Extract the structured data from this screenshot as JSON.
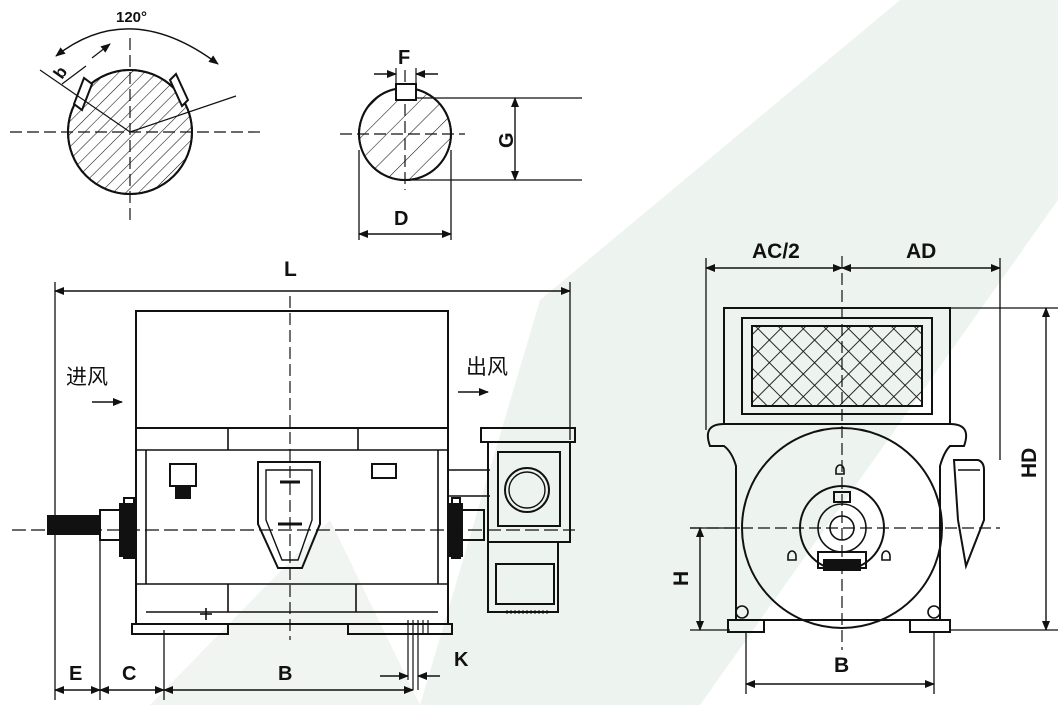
{
  "labels": {
    "angle": "120°",
    "b": "b",
    "F": "F",
    "G": "G",
    "D": "D",
    "L": "L",
    "inlet": "进风",
    "outlet": "出风",
    "E": "E",
    "C": "C",
    "B_side": "B",
    "K": "K",
    "AC2": "AC/2",
    "AD": "AD",
    "HD": "HD",
    "H": "H",
    "B_end": "B"
  },
  "colors": {
    "ink": "#111111",
    "watermark": "#e6efe9"
  }
}
